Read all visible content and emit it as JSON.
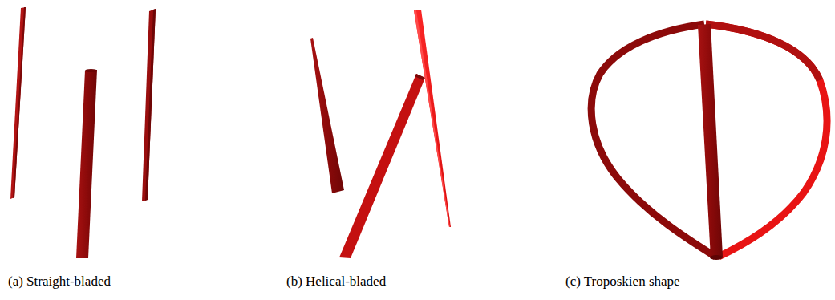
{
  "diagram": {
    "labels": [
      "(a) Straight-bladed",
      "(b) Helical-bladed",
      "(c) Troposkien shape"
    ]
  }
}
